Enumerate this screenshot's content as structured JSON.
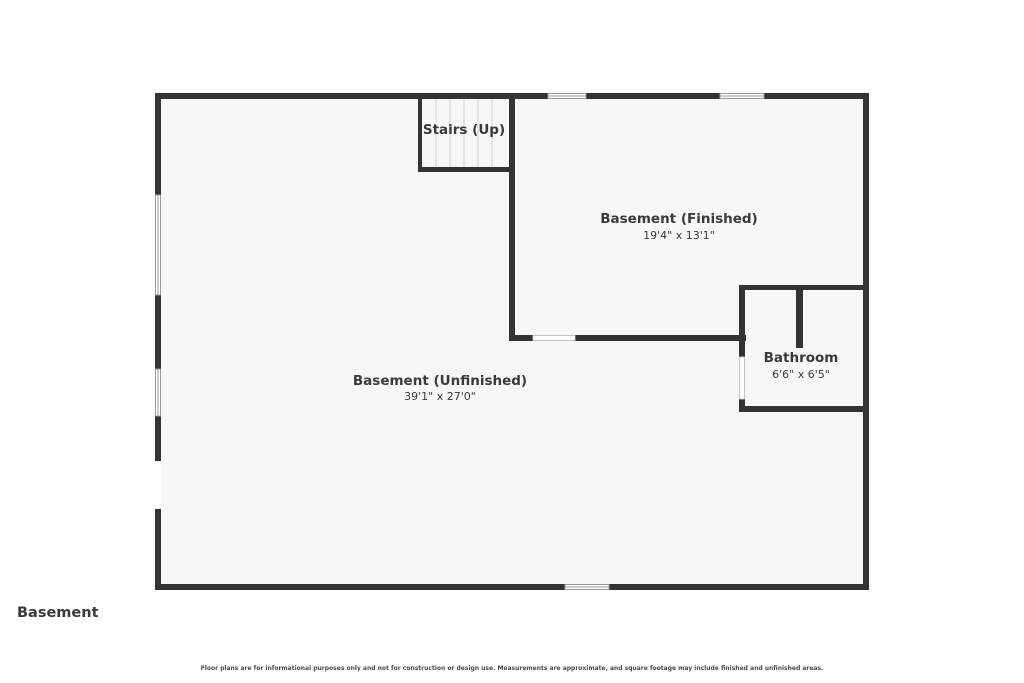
{
  "floor_label": "Basement",
  "rooms": {
    "stairs": {
      "name": "Stairs (Up)"
    },
    "basement_finished": {
      "name": "Basement (Finished)",
      "dimensions": "19'4\" x 13'1\""
    },
    "bathroom": {
      "name": "Bathroom",
      "dimensions": "6'6\" x 6'5\""
    },
    "basement_unfinished": {
      "name": "Basement (Unfinished)",
      "dimensions": "39'1\" x 27'0\""
    }
  },
  "disclaimer": "Floor plans are for informational purposes only and not for construction or design use. Measurements are approximate, and square footage may include finished and unfinished areas.",
  "colors": {
    "wall": "#333333",
    "floor": "#f7f7f7",
    "background": "#ffffff",
    "text": "#3a3a3a"
  }
}
